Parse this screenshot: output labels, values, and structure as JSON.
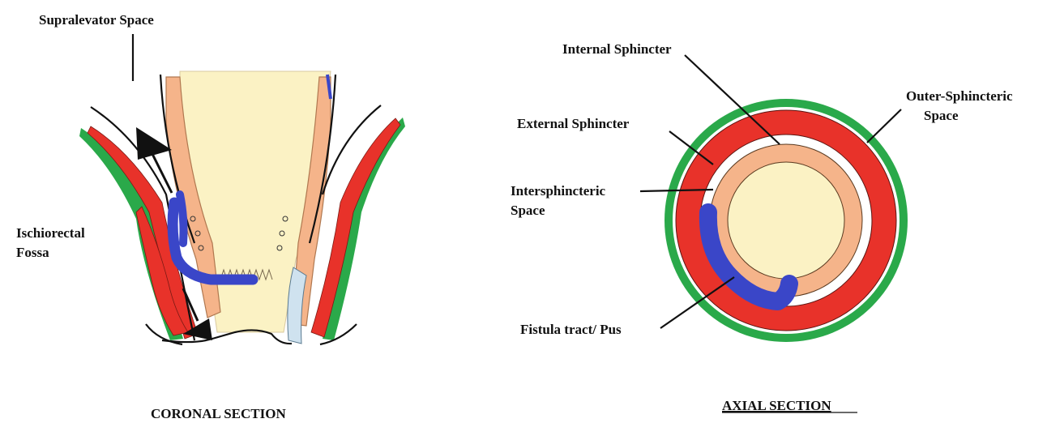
{
  "coronal": {
    "caption": "CORONAL SECTION",
    "labels": {
      "supralevator": "Supralevator Space",
      "ischiorectal_1": "Ischiorectal",
      "ischiorectal_2": "Fossa"
    }
  },
  "axial": {
    "caption": "AXIAL SECTION",
    "labels": {
      "internal": "Internal Sphincter",
      "external": "External Sphincter",
      "outer_1": "Outer-Sphincteric",
      "outer_2": "Space",
      "inter_1": "Intersphincteric",
      "inter_2": "Space",
      "fistula": "Fistula tract/ Pus"
    }
  },
  "colors": {
    "muscle_red": "#e8322a",
    "fascia_green": "#2aa94a",
    "internal_peach": "#f5b48a",
    "lumen_cream": "#fbf2c4",
    "fistula_blue": "#3a46c8",
    "arrow_black": "#111111"
  }
}
